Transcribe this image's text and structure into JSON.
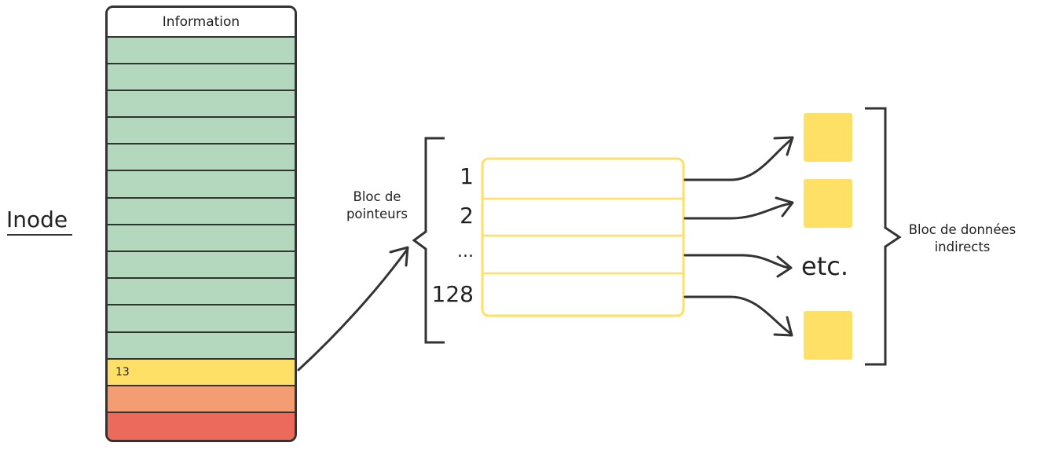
{
  "inode": {
    "label": "Inode",
    "header": "Information",
    "pointer_row": "13"
  },
  "pointer_block": {
    "label_line1": "Bloc de",
    "label_line2": "pointeurs",
    "indices": [
      "1",
      "2",
      "...",
      "128"
    ]
  },
  "data_block": {
    "etc": "etc.",
    "label_line1": "Bloc de données",
    "label_line2": "indirects"
  },
  "colors": {
    "green": "#b4d8be",
    "yellow": "#ffe066",
    "orange": "#f59d72",
    "red": "#ec6a5c",
    "outline": "#333333",
    "pointer_outline": "#ffe066"
  }
}
